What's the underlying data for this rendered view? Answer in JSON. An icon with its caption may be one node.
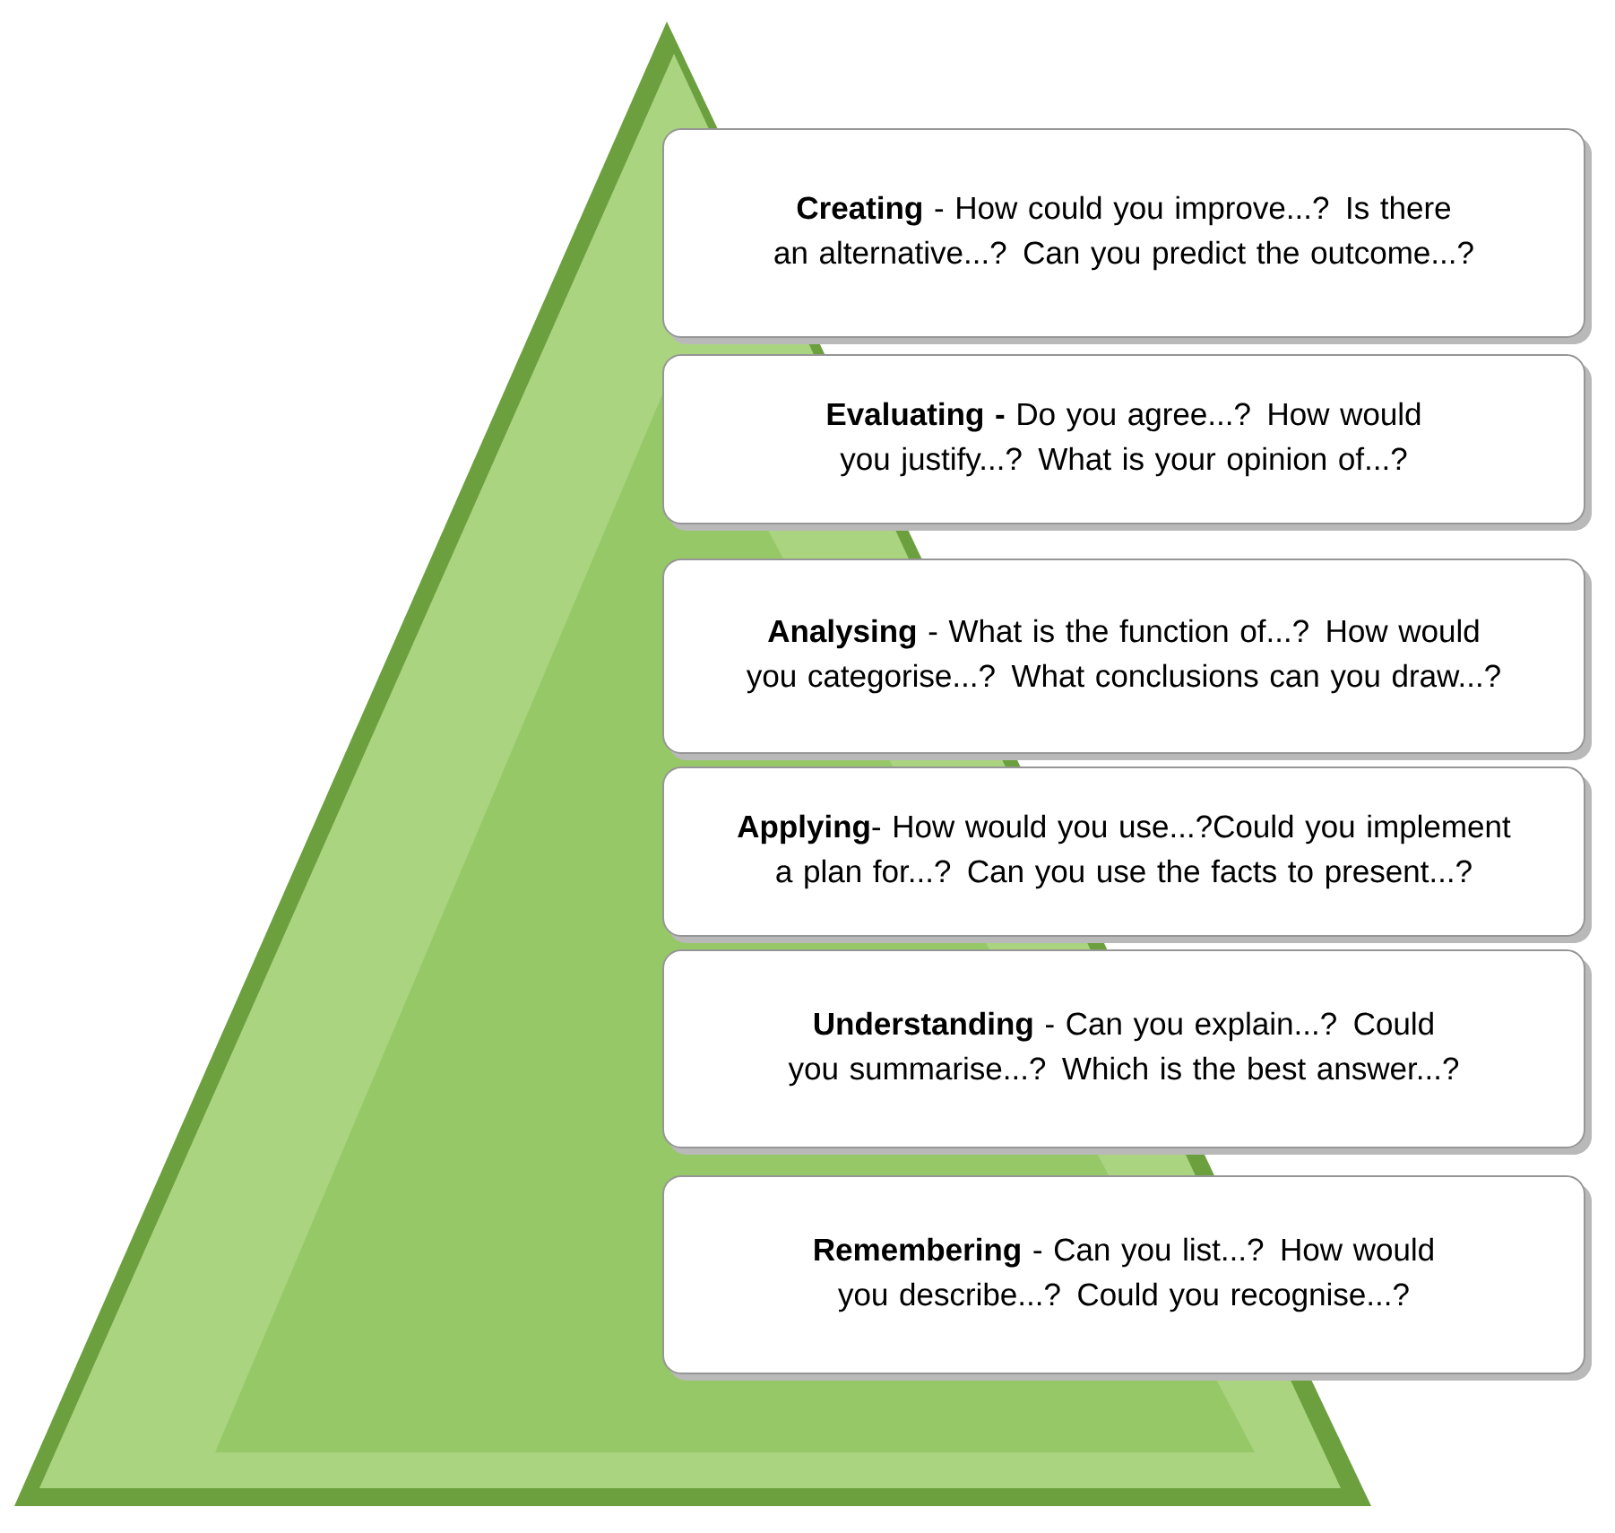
{
  "diagram": {
    "nodes": [
      {
        "text": [
          "**Creating** - How could you improve...? Is there an alternative...? Can you predict the outcome...?"
        ]
      },
      {
        "text": [
          "**Evaluating -** Do you agree...? How would you justify...? What is your opinion of...?"
        ]
      },
      {
        "text": [
          "**Analysing** - What is the function of...? How would you categorise...? What conclusions can you draw...?"
        ]
      },
      {
        "text": [
          "**Applying**- How would you use...?Could you implement a plan for...? Can you use the facts to present...?"
        ]
      },
      {
        "text": [
          "**Understanding** - Can you explain...? Could you summarise...? Which is the best answer...?"
        ]
      },
      {
        "text": [
          "**Remembering** - Can you list...? How would you describe...? Could you recognise...?"
        ]
      }
    ]
  }
}
